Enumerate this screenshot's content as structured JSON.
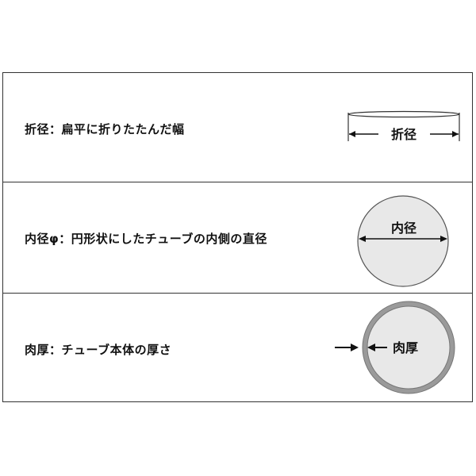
{
  "rows": [
    {
      "description": "折径：扁平に折りたたんだ幅",
      "label": "折径"
    },
    {
      "description": "内径φ：円形状にしたチューブの内側の直径",
      "label": "内径"
    },
    {
      "description": "肉厚：チューブ本体の厚さ",
      "label": "肉厚"
    }
  ],
  "colors": {
    "border": "#333333",
    "circle_fill": "#e8e8e8",
    "ring": "#9a9a9a",
    "text": "#111111"
  }
}
